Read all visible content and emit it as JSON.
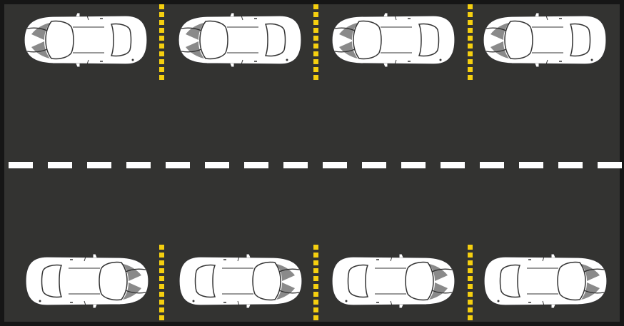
{
  "scene": {
    "surface_color": "#333331",
    "border_color": "#161616",
    "car_body_color": "#ffffff",
    "car_line_color": "#333333",
    "divider_color": "#f5cf0f",
    "center_line_color": "#ffffff"
  },
  "top_row": {
    "facing": "left",
    "cars": [
      {
        "name": "parked-car-top-1"
      },
      {
        "name": "parked-car-top-2"
      },
      {
        "name": "parked-car-top-3"
      },
      {
        "name": "parked-car-top-4"
      }
    ],
    "divider_count": 3
  },
  "bottom_row": {
    "facing": "right",
    "cars": [
      {
        "name": "parked-car-bottom-1"
      },
      {
        "name": "parked-car-bottom-2"
      },
      {
        "name": "parked-car-bottom-3"
      },
      {
        "name": "parked-car-bottom-4"
      }
    ],
    "divider_count": 3
  },
  "center_line": {
    "style": "dashed"
  }
}
